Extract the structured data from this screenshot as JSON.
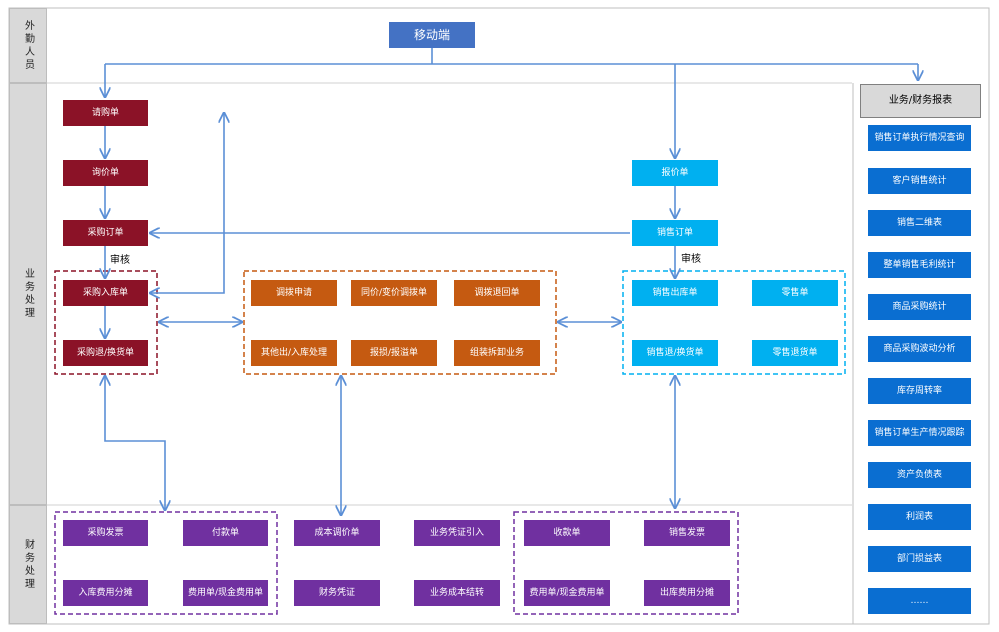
{
  "lanes": {
    "field_staff": "外勤人员",
    "business": "业务处理",
    "finance": "财务处理"
  },
  "top": {
    "mobile": "移动端"
  },
  "purchase": {
    "requisition": "请购单",
    "inquiry": "询价单",
    "purchase_order": "采购订单",
    "review": "审核",
    "inbound": "采购入库单",
    "return": "采购退/换货单"
  },
  "transfer": {
    "apply": "调拨申请",
    "price_transfer": "同价/变价调拨单",
    "transfer_back": "调拨退回单",
    "other_io": "其他出/入库处理",
    "loss_overflow": "报损/报溢单",
    "assembly": "组装拆卸业务"
  },
  "sales": {
    "quote": "报价单",
    "sales_order": "销售订单",
    "review": "审核",
    "outbound": "销售出库单",
    "retail": "零售单",
    "return": "销售退/换货单",
    "retail_return": "零售退货单"
  },
  "finance": {
    "purchase_invoice": "采购发票",
    "payment": "付款单",
    "inbound_cost_alloc": "入库费用分摊",
    "expense_purchase": "费用单/现金费用单",
    "cost_adjust": "成本调价单",
    "voucher_import": "业务凭证引入",
    "voucher": "财务凭证",
    "business_cost_close": "业务成本结转",
    "receipt": "收款单",
    "sales_invoice": "销售发票",
    "expense_sales": "费用单/现金费用单",
    "outbound_cost_alloc": "出库费用分摊"
  },
  "reports": {
    "header": "业务/财务报表",
    "items": [
      "销售订单执行情况查询",
      "客户销售统计",
      "销售二维表",
      "整单销售毛利统计",
      "商品采购统计",
      "商品采购波动分析",
      "库存周转率",
      "销售订单生产情况跟踪",
      "资产负债表",
      "利润表",
      "部门损益表",
      "……"
    ]
  },
  "colors": {
    "purchase": "#8b1227",
    "transfer": "#c55a11",
    "sales": "#00b0f0",
    "finance": "#7030a0",
    "report": "#0a6ed1",
    "mobile": "#4472c4",
    "arrow": "#5b8fd6"
  }
}
